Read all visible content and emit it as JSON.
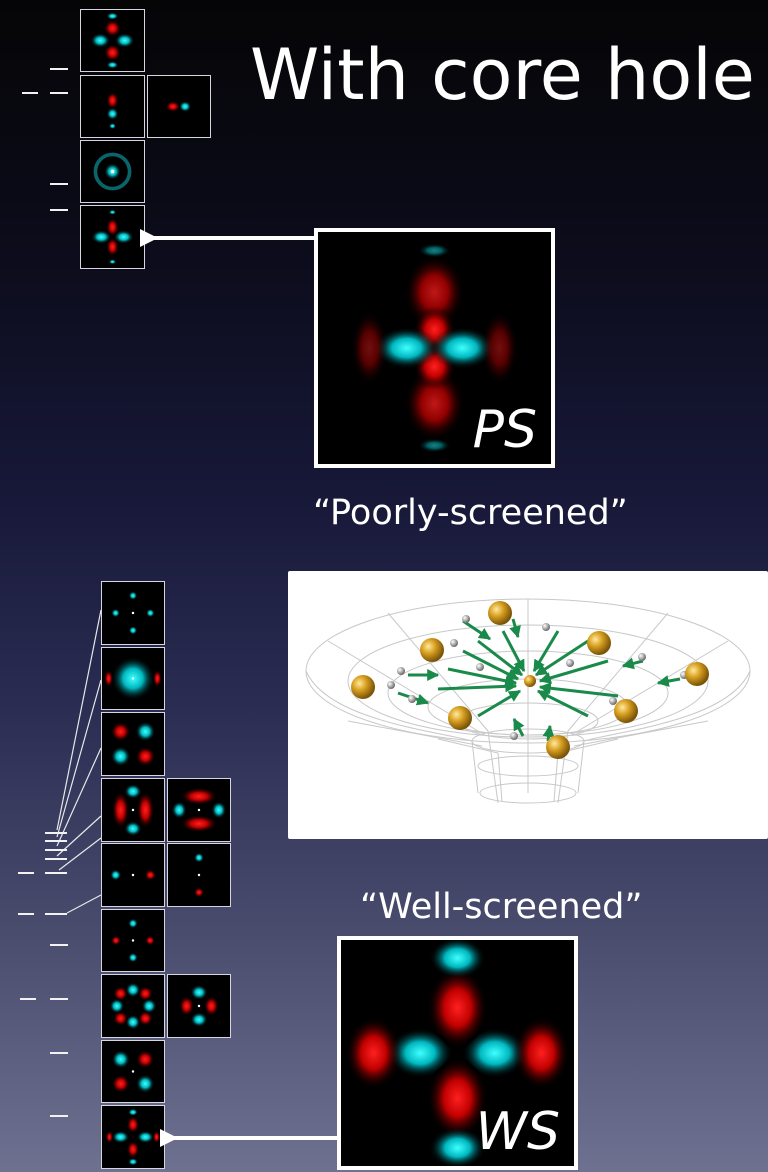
{
  "title": "With core hole",
  "poorly_screened": {
    "caption": "“Poorly-screened”",
    "label": "PS"
  },
  "well_screened": {
    "caption": "“Well-screened”",
    "label": "WS"
  },
  "colors": {
    "positive_lobe": "#ff1010",
    "negative_lobe": "#20f0f0",
    "sphere": "#d8a020",
    "arrow": "#1a8a4a"
  }
}
